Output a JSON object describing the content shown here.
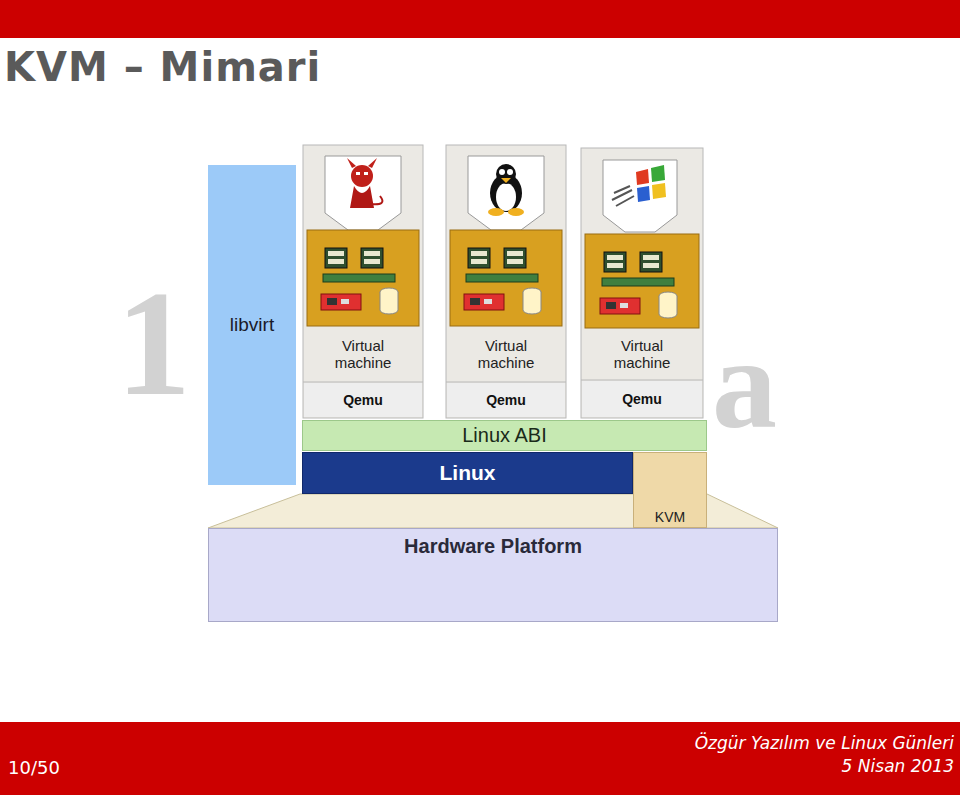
{
  "diagram": {
    "title": "KVM – Mimari",
    "nodes": [
      {
        "text": [
          "libvirt"
        ]
      },
      {
        "text": [
          "Virtual machine"
        ]
      },
      {
        "text": [
          "Virtual machine"
        ]
      },
      {
        "text": [
          "Virtual machine"
        ]
      },
      {
        "text": [
          "Qemu"
        ]
      },
      {
        "text": [
          "Qemu"
        ]
      },
      {
        "text": [
          "Qemu"
        ]
      },
      {
        "text": [
          "Linux ABI"
        ]
      },
      {
        "text": [
          "Linux"
        ]
      },
      {
        "text": [
          "KVM"
        ]
      },
      {
        "text": [
          "Hardware Platform"
        ]
      }
    ],
    "edges": [],
    "labels": [
      "1",
      "a",
      "10/50",
      "Özgür Yazılım ve Linux Günleri",
      "5 Nisan 2013"
    ]
  }
}
